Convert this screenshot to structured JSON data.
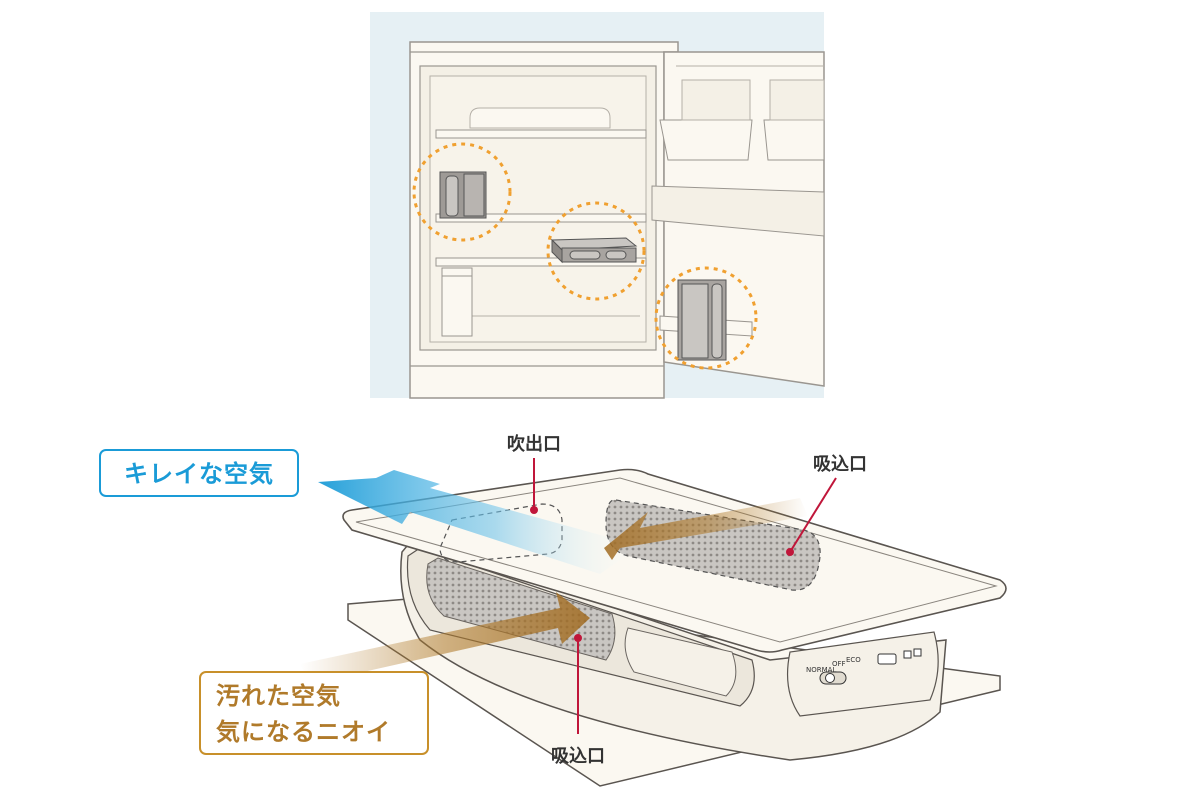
{
  "labels": {
    "clean_air": "キレイな空気",
    "dirty_air_line1": "汚れた空気",
    "dirty_air_line2": "気になるニオイ",
    "outlet": "吹出口",
    "inlet_top": "吸込口",
    "inlet_front": "吸込口"
  },
  "switch": {
    "normal": "NORMAL",
    "off": "OFF",
    "eco": "ECO"
  },
  "colors": {
    "clean": "#1a9bd7",
    "dirty": "#b07a2a",
    "callout_line": "#c0163a",
    "highlight_circle": "#f0a030",
    "fridge_bg": "#e6f0f4"
  }
}
